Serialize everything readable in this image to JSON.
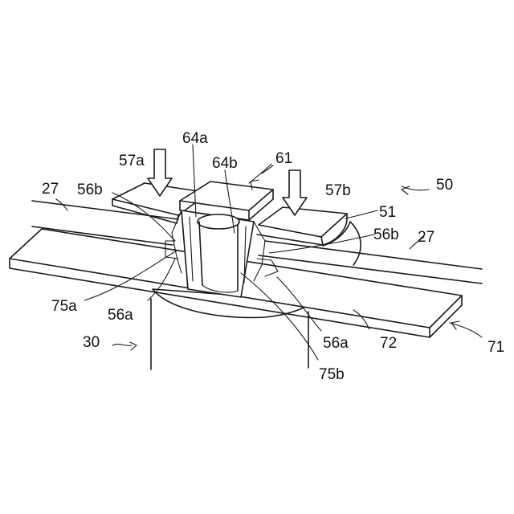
{
  "labels": {
    "l_27_left": "27",
    "l_27_right": "27",
    "l_56b_left": "56b",
    "l_56b_right": "56b",
    "l_57a": "57a",
    "l_57b": "57b",
    "l_64a": "64a",
    "l_64b": "64b",
    "l_61": "61",
    "l_50": "50",
    "l_51": "51",
    "l_75a": "75a",
    "l_56a_left": "56a",
    "l_30": "30",
    "l_56a_right": "56a",
    "l_72": "72",
    "l_71": "71",
    "l_75b": "75b"
  },
  "colors": {
    "ink": "#1a1a1a",
    "background": "#ffffff"
  }
}
